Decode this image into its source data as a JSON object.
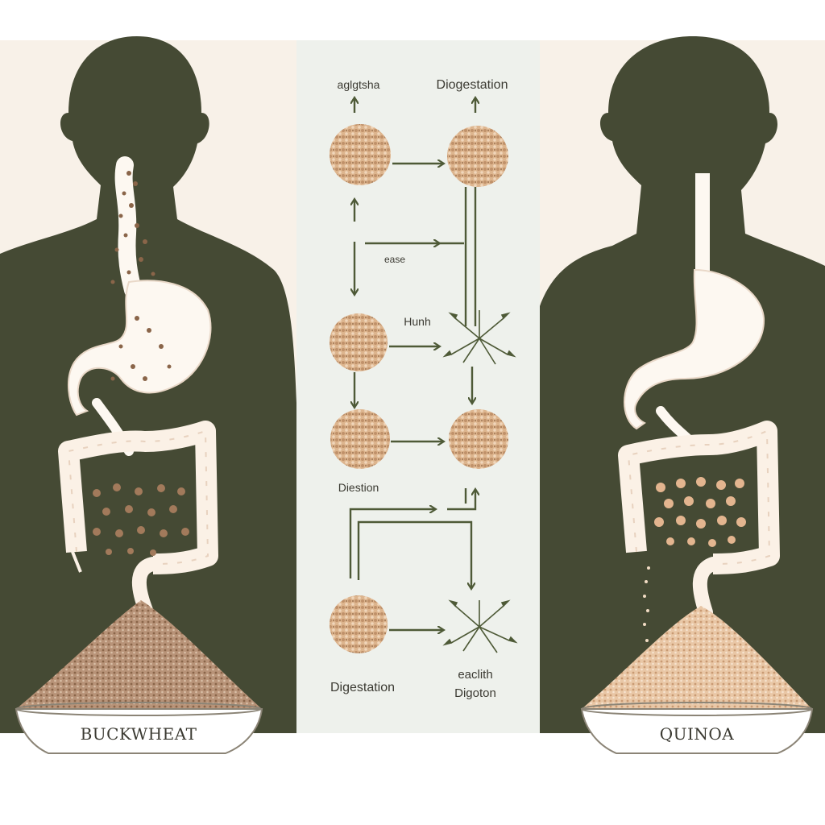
{
  "left_panel": {
    "food_label": "BUCKWHEAT"
  },
  "right_panel": {
    "food_label": "QUINOA"
  },
  "flow": {
    "top_left_label": "aglgtsha",
    "top_right_label": "Diogestation",
    "ease_label": "ease",
    "hunh_label": "Hunh",
    "mid_label": "Diestion",
    "bottom_left_label": "Digestation",
    "bottom_right_label_line1": "eaclith",
    "bottom_right_label_line2": "Digoton"
  },
  "colors": {
    "silhouette": "#454a34",
    "organ": "#ffffff",
    "background_side": "#f8f1e8",
    "background_center": "#eef1ec",
    "arrow": "#4e5a37",
    "buckwheat_grain": "#a9876a",
    "quinoa_grain": "#e2b895"
  },
  "icons": [
    "grain-cluster-icon",
    "sprout-burst-icon",
    "arrow-icon"
  ]
}
